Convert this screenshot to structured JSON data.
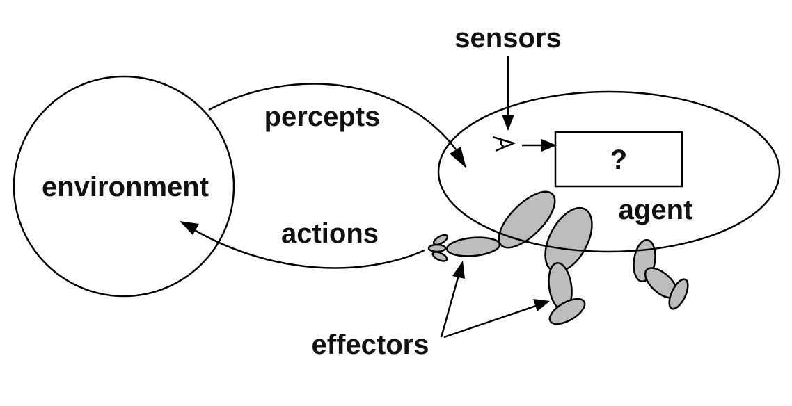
{
  "labels": {
    "environment": "environment",
    "agent": "agent",
    "percepts": "percepts",
    "actions": "actions",
    "sensors": "sensors",
    "effectors": "effectors",
    "unknown": "?"
  },
  "colors": {
    "stroke": "#000000",
    "limb_fill": "#bdbdbd",
    "text": "#111111",
    "background": "#ffffff"
  }
}
